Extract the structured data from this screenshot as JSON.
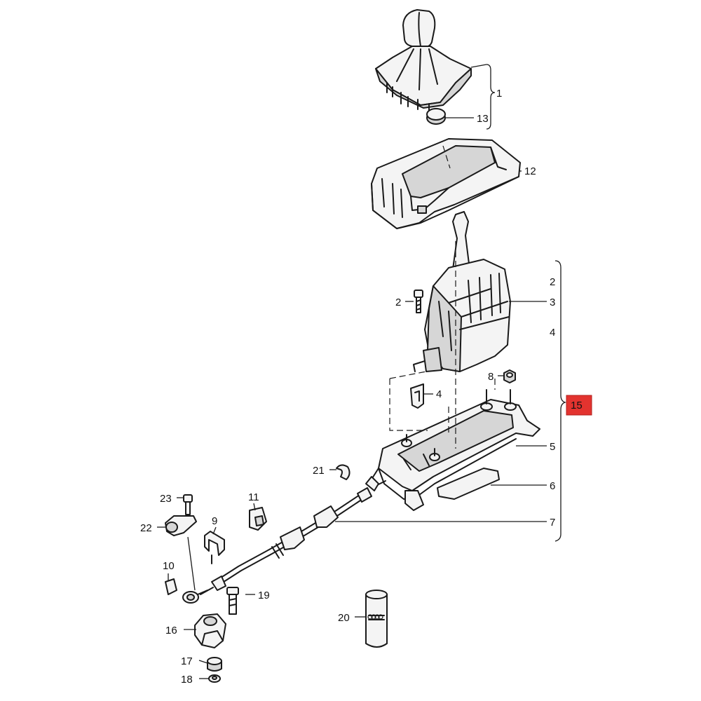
{
  "callouts": {
    "c1": "1",
    "c2a": "2",
    "c2b": "2",
    "c3": "3",
    "c4a": "4",
    "c4b": "4",
    "c5": "5",
    "c6": "6",
    "c7": "7",
    "c8": "8",
    "c9": "9",
    "c10": "10",
    "c11": "11",
    "c12": "12",
    "c13": "13",
    "c15": "15",
    "c16": "16",
    "c17": "17",
    "c18": "18",
    "c19": "19",
    "c20": "20",
    "c21": "21",
    "c22": "22",
    "c23": "23"
  },
  "colors": {
    "highlight": "#e3332f",
    "line": "#1a1a1a"
  }
}
